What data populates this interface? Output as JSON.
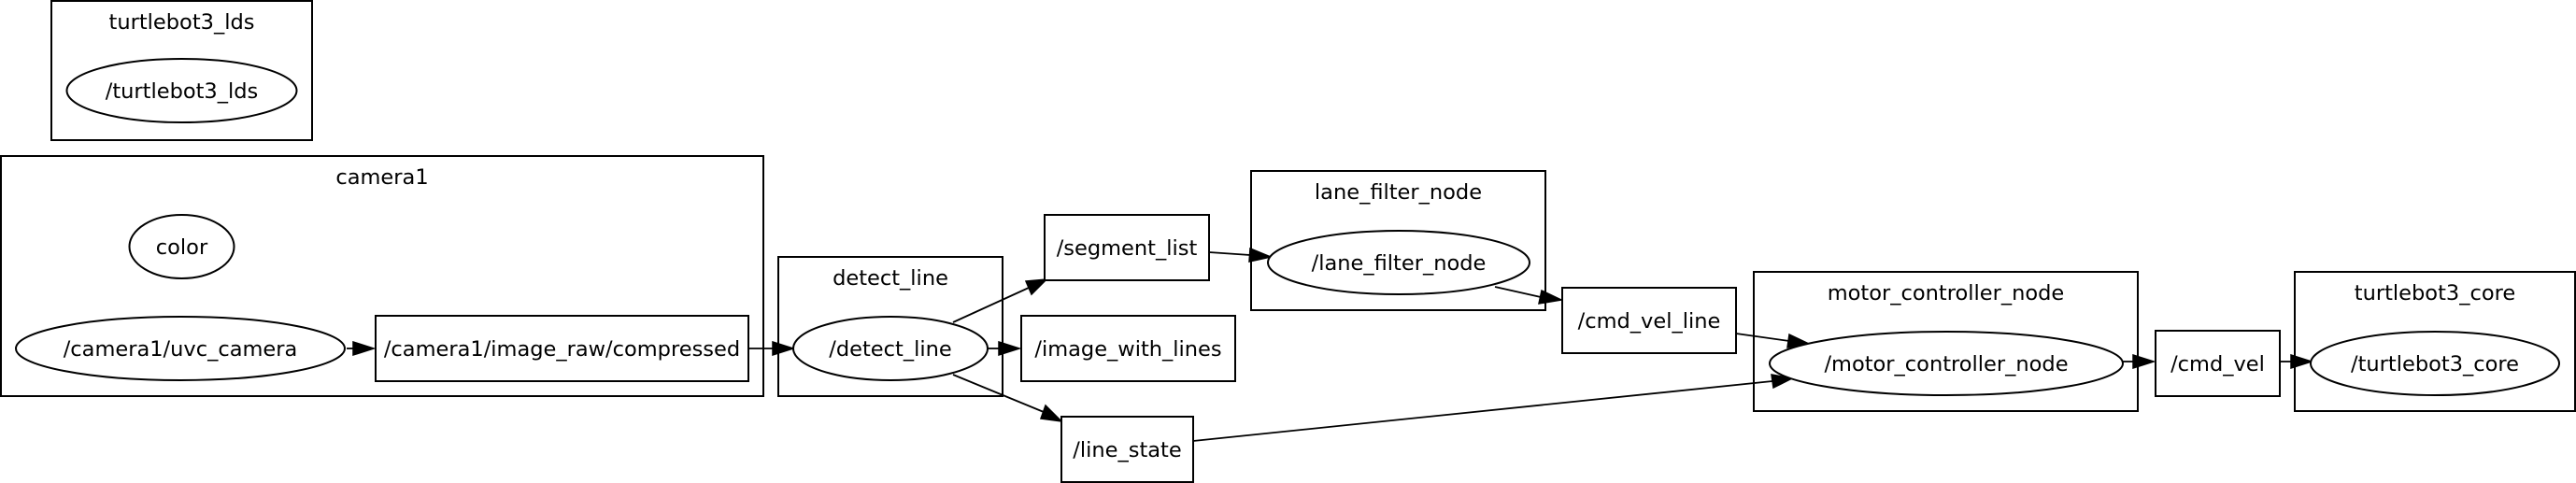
{
  "clusters": {
    "turtlebot3_lds": "turtlebot3_lds",
    "camera1": "camera1",
    "detect_line": "detect_line",
    "lane_filter_node": "lane_filter_node",
    "motor_controller_node": "motor_controller_node",
    "turtlebot3_core": "turtlebot3_core"
  },
  "nodes": {
    "turtlebot3_lds": "/turtlebot3_lds",
    "color": "color",
    "uvc_camera": "/camera1/uvc_camera",
    "detect_line": "/detect_line",
    "lane_filter_node": "/lane_filter_node",
    "motor_controller_node": "/motor_controller_node",
    "turtlebot3_core": "/turtlebot3_core"
  },
  "topics": {
    "image_raw_compressed": "/camera1/image_raw/compressed",
    "segment_list": "/segment_list",
    "image_with_lines": "/image_with_lines",
    "line_state": "/line_state",
    "cmd_vel_line": "/cmd_vel_line",
    "cmd_vel": "/cmd_vel"
  },
  "edges": [
    {
      "from": "/camera1/uvc_camera",
      "to": "/camera1/image_raw/compressed"
    },
    {
      "from": "/camera1/image_raw/compressed",
      "to": "/detect_line"
    },
    {
      "from": "/detect_line",
      "to": "/segment_list"
    },
    {
      "from": "/detect_line",
      "to": "/image_with_lines"
    },
    {
      "from": "/detect_line",
      "to": "/line_state"
    },
    {
      "from": "/segment_list",
      "to": "/lane_filter_node"
    },
    {
      "from": "/lane_filter_node",
      "to": "/cmd_vel_line"
    },
    {
      "from": "/cmd_vel_line",
      "to": "/motor_controller_node"
    },
    {
      "from": "/line_state",
      "to": "/motor_controller_node"
    },
    {
      "from": "/motor_controller_node",
      "to": "/cmd_vel"
    },
    {
      "from": "/cmd_vel",
      "to": "/turtlebot3_core"
    }
  ]
}
